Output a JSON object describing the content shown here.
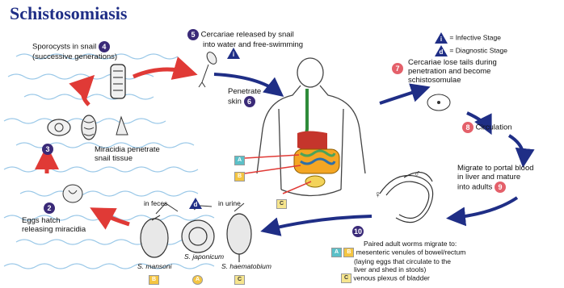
{
  "title": "Schistosomiasis",
  "legend": {
    "infective": {
      "letter": "i",
      "label": "= Infective Stage"
    },
    "diagnostic": {
      "letter": "d",
      "label": "= Diagnostic Stage"
    }
  },
  "steps": {
    "s1": {
      "num": "",
      "letter": "i"
    },
    "s2": {
      "num": "2",
      "text1": "Eggs hatch",
      "text2": "releasing miracidia"
    },
    "s3": {
      "num": "3",
      "text1": "Miracidia penetrate",
      "text2": "snail tissue"
    },
    "s4": {
      "num": "4",
      "text1": "Sporocysts in snail",
      "text2": "(successive generations)"
    },
    "s5": {
      "num": "5",
      "text1": "Cercariae released by snail",
      "text2": "into water and free-swimming"
    },
    "s6": {
      "num": "6",
      "text1": "Penetrate",
      "text2": "skin"
    },
    "s7": {
      "num": "7",
      "text1": "Cercariae lose tails during",
      "text2": "penetration and become",
      "text3": "schistosomulae"
    },
    "s8": {
      "num": "8",
      "text1": "Circulation"
    },
    "s9": {
      "num": "9",
      "text1": "Migrate to portal blood",
      "text2": "in liver and mature",
      "text3": "into adults"
    },
    "s10": {
      "num": "10",
      "text1": "Paired adult worms migrate to:",
      "a_text": "mesenteric venules of bowel/rectum",
      "a_text2": "(laying eggs that circulate to the",
      "a_text3": "liver and shed in stools)",
      "c_text": "venous plexus of bladder"
    }
  },
  "eggs": {
    "in_feces": "in feces",
    "in_urine": "in urine",
    "d_letter": "d",
    "mansoni": "S. mansoni",
    "japonicum": "S. japonicum",
    "haematobium": "S. haematobium"
  },
  "badges": {
    "A": "A",
    "B": "B",
    "C": "C"
  },
  "symbols": {
    "female": "♀",
    "male": "♂"
  }
}
